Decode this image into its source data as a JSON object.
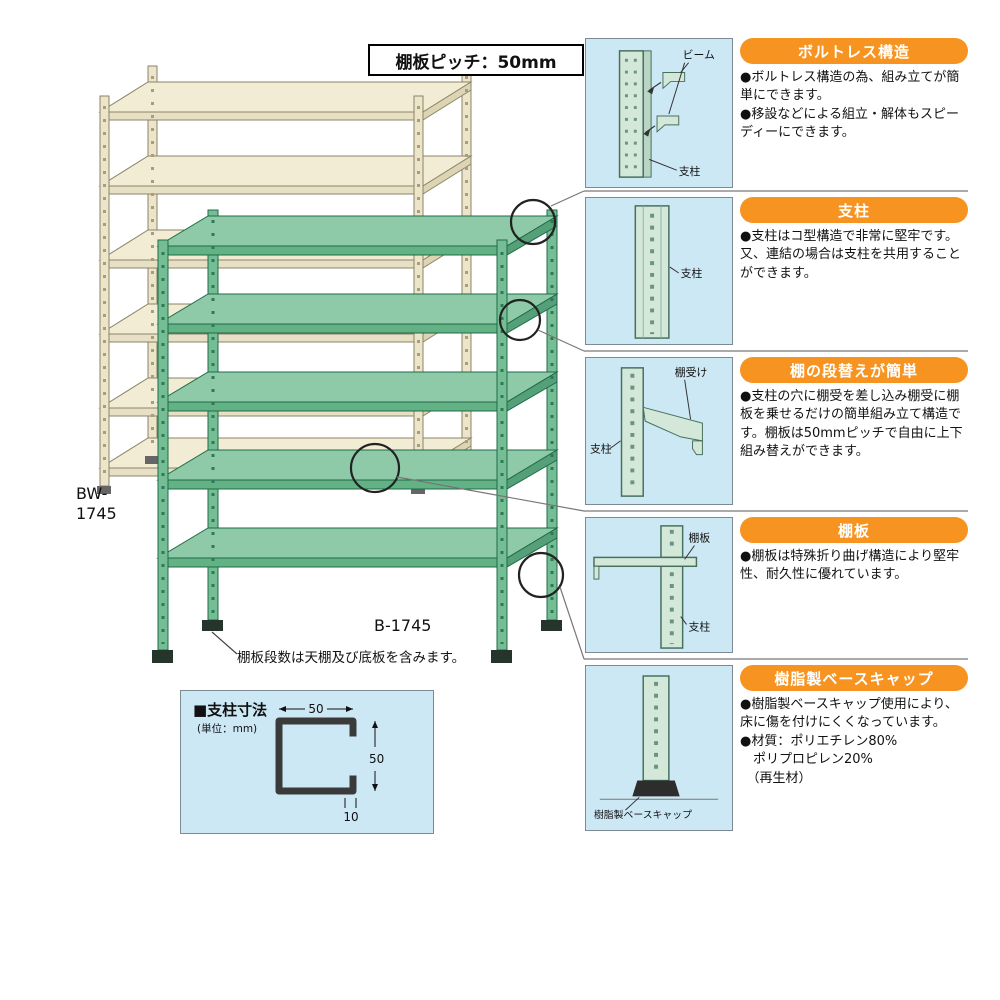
{
  "illustration": {
    "pitch_label": "棚板ピッチ：50mm",
    "model_back": "BW-\n1745",
    "model_front": "B-1745",
    "shelf_note": "棚板段数は天棚及び底板を含みます。"
  },
  "dimension_box": {
    "title": "■支柱寸法",
    "unit": "(単位：mm)",
    "dims": {
      "width": "50",
      "height": "50",
      "lip": "10"
    }
  },
  "panels": [
    {
      "title": "ボルトレス構造",
      "bullets": [
        "●ボルトレス構造の為、組み立てが簡単にできます。",
        "●移設などによる組立・解体もスピーディーにできます。"
      ],
      "labels": {
        "beam": "ビーム",
        "post": "支柱"
      }
    },
    {
      "title": "支柱",
      "bullets": [
        "●支柱はコ型構造で非常に堅牢です。又、連結の場合は支柱を共用することができます。"
      ],
      "labels": {
        "post": "支柱"
      }
    },
    {
      "title": "棚の段替えが簡単",
      "bullets": [
        "●支柱の穴に棚受を差し込み棚受に棚板を乗せるだけの簡単組み立て構造です。棚板は50mmピッチで自由に上下組み替えができます。"
      ],
      "labels": {
        "bracket": "棚受け",
        "post": "支柱"
      }
    },
    {
      "title": "棚板",
      "bullets": [
        "●棚板は特殊折り曲げ構造により堅牢性、耐久性に優れています。"
      ],
      "labels": {
        "shelf": "棚板",
        "post": "支柱"
      }
    },
    {
      "title": "樹脂製ベースキャップ",
      "bullets": [
        "●樹脂製ベースキャップ使用により、床に傷を付けにくくなっています。",
        "●材質：ポリエチレン80%\n　ポリプロピレン20%\n　（再生材）"
      ],
      "labels": {
        "cap": "樹脂製ベースキャップ"
      }
    }
  ],
  "colors": {
    "panel_header": "#f79421",
    "diagram_background": "#cde8f5",
    "unit_front_green": "#63b286",
    "unit_back_ivory": "#ece5c9"
  }
}
